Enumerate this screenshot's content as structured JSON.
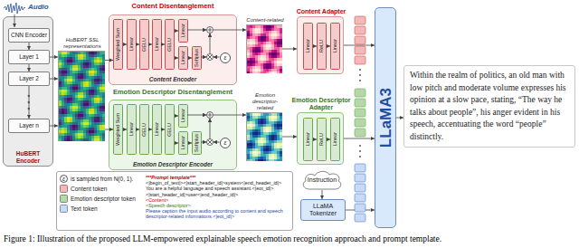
{
  "diagram": {
    "caption": "Figure 1: Illustration of the proposed LLM-empowered explainable speech emotion recognition approach and prompt template.",
    "nodes": [
      {
        "text": [
          "HuBERT Encoder"
        ]
      },
      {
        "text": [
          "CNN Encoder"
        ],
        "in": 0
      },
      {
        "text": [
          "Layer 1"
        ],
        "in": 0
      },
      {
        "text": [
          "Layer 2"
        ],
        "in": 0
      },
      {
        "text": [
          "Layer n"
        ],
        "in": 0
      },
      {
        "text": [
          "HuBERT SSL representations"
        ]
      },
      {
        "text": [
          "Content Encoder"
        ]
      },
      {
        "text": [
          "Weighted Sum"
        ],
        "in": 6
      },
      {
        "text": [
          "Linear"
        ],
        "in": 6
      },
      {
        "text": [
          "GELU"
        ],
        "in": 6
      },
      {
        "text": [
          "Linear"
        ],
        "in": 6
      },
      {
        "text": [
          "GELU"
        ],
        "in": 6
      },
      {
        "text": [
          "Linear"
        ],
        "in": 6
      },
      {
        "text": [
          "Linear"
        ],
        "in": 6
      },
      {
        "text": [
          "Softplus"
        ],
        "in": 6
      },
      {
        "text": [
          "ε"
        ],
        "in": 6
      },
      {
        "text": [
          "Content-related"
        ]
      },
      {
        "text": [
          "Content Adapter"
        ]
      },
      {
        "text": [
          "Linear"
        ],
        "in": 17
      },
      {
        "text": [
          "ReLU"
        ],
        "in": 17
      },
      {
        "text": [
          "Linear"
        ],
        "in": 17
      },
      {
        "text": [
          "Emotion Descriptor Encoder"
        ]
      },
      {
        "text": [
          "Weighted Sum"
        ],
        "in": 21
      },
      {
        "text": [
          "Linear"
        ],
        "in": 21
      },
      {
        "text": [
          "GELU"
        ],
        "in": 21
      },
      {
        "text": [
          "Linear"
        ],
        "in": 21
      },
      {
        "text": [
          "GELU"
        ],
        "in": 21
      },
      {
        "text": [
          "Linear"
        ],
        "in": 21
      },
      {
        "text": [
          "Linear"
        ],
        "in": 21
      },
      {
        "text": [
          "Softplus"
        ],
        "in": 21
      },
      {
        "text": [
          "ε"
        ],
        "in": 21
      },
      {
        "text": [
          "Emotion descriptor-related"
        ]
      },
      {
        "text": [
          "Emotion Descriptor Adapter"
        ]
      },
      {
        "text": [
          "Linear"
        ],
        "in": 32
      },
      {
        "text": [
          "ReLU"
        ],
        "in": 32
      },
      {
        "text": [
          "Linear"
        ],
        "in": 32
      },
      {
        "text": [
          "LLaMA3"
        ]
      },
      {
        "text": [
          "Within the realm of politics, an old man with low pitch and moderate volume expresses his opinion at a slow pace, stating, “The way he talks about people”, his anger evident in his speech, accentuating the word “people” distinctly."
        ]
      },
      {
        "text": [
          "***Prompt template***",
          "<|begin_of_text|><|start_header_id|>system<|end_header_id|>",
          "You are a helpful language and speech assistant.<|eot_id|>",
          "<|start_header_id|>user<|end_header_id|>",
          "<Content>",
          "<Speech descriptor>",
          "Please caption the input audio according to content and speech descriptor-related informations.<|eot_id|>"
        ]
      },
      {
        "text": [
          "Instruction"
        ]
      },
      {
        "text": [
          "LLaMA Tokenizer"
        ]
      }
    ],
    "edges": [
      {
        "from": 1,
        "to": 2,
        "arrow": "to"
      },
      {
        "from": 2,
        "to": 3,
        "arrow": "to"
      },
      {
        "from": 3,
        "to": 4,
        "arrow": "to"
      },
      {
        "from": 2,
        "to": 5,
        "arrow": "to"
      },
      {
        "from": 3,
        "to": 5,
        "arrow": "to"
      },
      {
        "from": 4,
        "to": 5,
        "arrow": "to"
      },
      {
        "from": 5,
        "to": 7,
        "arrow": "to"
      },
      {
        "from": 5,
        "to": 22,
        "arrow": "to"
      },
      {
        "from": 7,
        "to": 8,
        "arrow": "to"
      },
      {
        "from": 8,
        "to": 9,
        "arrow": "to"
      },
      {
        "from": 9,
        "to": 10,
        "arrow": "to"
      },
      {
        "from": 10,
        "to": 11,
        "arrow": "to"
      },
      {
        "from": 11,
        "to": 12,
        "arrow": "to"
      },
      {
        "from": 11,
        "to": 13,
        "arrow": "to"
      },
      {
        "from": 13,
        "to": 14,
        "arrow": "to"
      },
      {
        "from": 6,
        "to": 16,
        "arrow": "to"
      },
      {
        "from": 16,
        "to": 17,
        "arrow": "to"
      },
      {
        "from": 18,
        "to": 19,
        "arrow": "to"
      },
      {
        "from": 19,
        "to": 20,
        "arrow": "to"
      },
      {
        "from": 17,
        "to": 36,
        "arrow": "to"
      },
      {
        "from": 22,
        "to": 23,
        "arrow": "to"
      },
      {
        "from": 23,
        "to": 24,
        "arrow": "to"
      },
      {
        "from": 24,
        "to": 25,
        "arrow": "to"
      },
      {
        "from": 25,
        "to": 26,
        "arrow": "to"
      },
      {
        "from": 26,
        "to": 27,
        "arrow": "to"
      },
      {
        "from": 26,
        "to": 28,
        "arrow": "to"
      },
      {
        "from": 28,
        "to": 29,
        "arrow": "to"
      },
      {
        "from": 21,
        "to": 31,
        "arrow": "to"
      },
      {
        "from": 31,
        "to": 32,
        "arrow": "to"
      },
      {
        "from": 33,
        "to": 34,
        "arrow": "to"
      },
      {
        "from": 34,
        "to": 35,
        "arrow": "to"
      },
      {
        "from": 32,
        "to": 36,
        "arrow": "to"
      },
      {
        "from": 36,
        "to": 37,
        "arrow": "to"
      },
      {
        "from": 39,
        "to": 40,
        "arrow": "to"
      },
      {
        "from": 40,
        "to": 36,
        "arrow": "to"
      }
    ],
    "labels": [
      "Audio",
      "Content Disentanglement",
      "Emotion Descriptor Disentanglement",
      "ε"
    ],
    "legend": [
      {
        "text": "is sampled from N(0, 1)."
      },
      {
        "text": "Content token",
        "color": "#f4b8b8"
      },
      {
        "text": "Emotion descriptor token",
        "color": "#b6d7a8"
      },
      {
        "text": "Text token",
        "color": "#c9daf8"
      }
    ]
  }
}
